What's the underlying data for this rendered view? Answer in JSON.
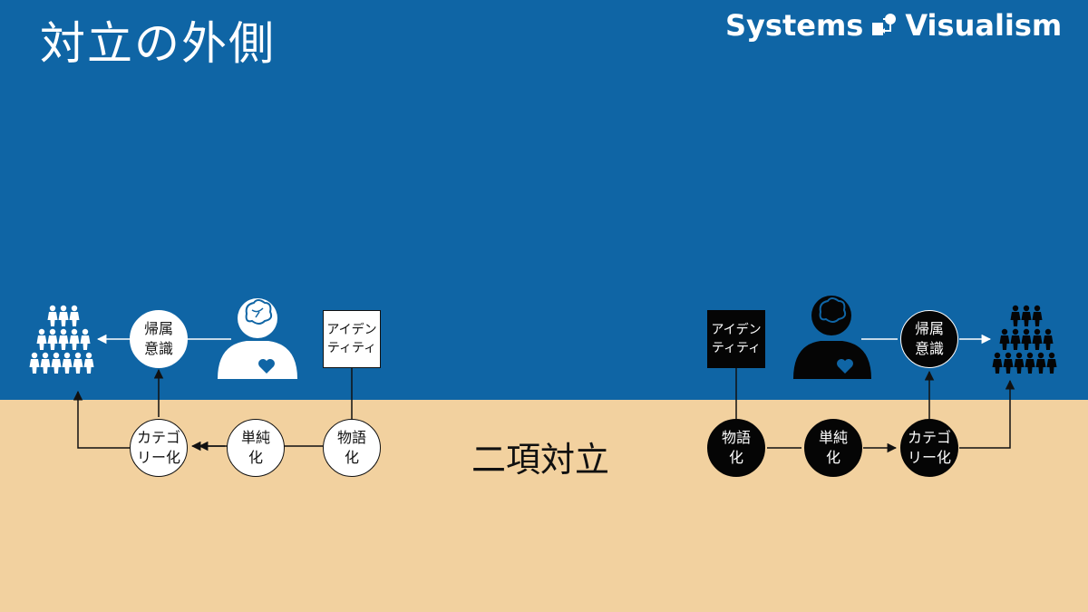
{
  "title": "対立の外側",
  "brand": {
    "left_word": "Systems",
    "right_word": "Visualism"
  },
  "center_label": "二項対立",
  "left_diagram": {
    "belonging": "帰属\n意識",
    "identity": "アイデン\nティティ",
    "categorization": "カテゴ\nリー化",
    "simplification": "単純\n化",
    "narrativization": "物語\n化"
  },
  "right_diagram": {
    "identity": "アイデン\nティティ",
    "belonging": "帰属\n意識",
    "narrativization": "物語\n化",
    "simplification": "単純\n化",
    "categorization": "カテゴ\nリー化"
  },
  "colors": {
    "sky": "#0f65a5",
    "ground": "#f2d19f",
    "heart": "#0f65a5"
  },
  "icons": [
    "brain-head-icon",
    "heart-icon",
    "group-people-icon",
    "logo-flow-icon"
  ]
}
